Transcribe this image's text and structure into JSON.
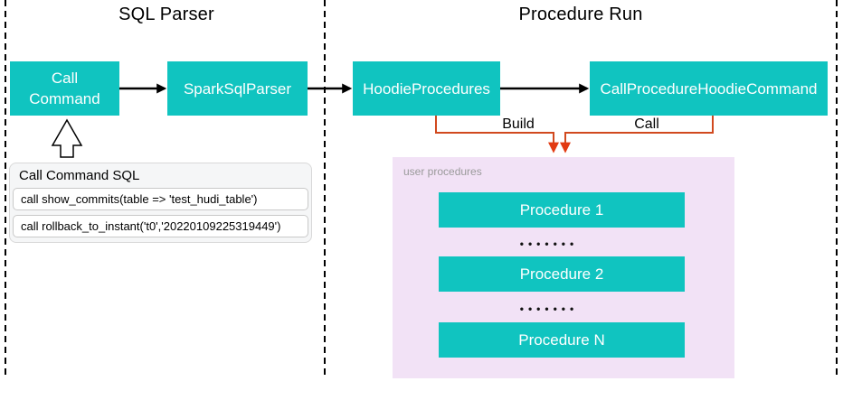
{
  "sections": {
    "sql_parser": {
      "title": "SQL Parser"
    },
    "procedure_run": {
      "title": "Procedure Run"
    }
  },
  "nodes": {
    "call_command": {
      "lines": [
        "Call",
        "Command"
      ]
    },
    "spark_sql_parser": {
      "label": "SparkSqlParser"
    },
    "hoodie_procedures": {
      "label": "HoodieProcedures"
    },
    "call_procedure_hoodie_command": {
      "label": "CallProcedureHoodieCommand"
    }
  },
  "edges": {
    "build_label": "Build",
    "call_label": "Call"
  },
  "sql_panel": {
    "title": "Call Command SQL",
    "rows": [
      "call show_commits(table => 'test_hudi_table')",
      "call rollback_to_instant('t0','20220109225319449')"
    ]
  },
  "user_procedures": {
    "label": "user procedures",
    "boxes": [
      "Procedure 1",
      "Procedure 2",
      "Procedure N"
    ],
    "separator_dots": "•••••••"
  },
  "colors": {
    "node_fill": "#10c4c0",
    "node_text": "#ffffff",
    "connector_black": "#000000",
    "connector_orange": "#d1491e",
    "orange_arrowhead": "#e23a12",
    "pink_panel_fill": "#f2e2f6",
    "sql_panel_fill": "#f5f6f7",
    "dashed_border": "#000000",
    "muted_label": "#9a9a9a"
  }
}
